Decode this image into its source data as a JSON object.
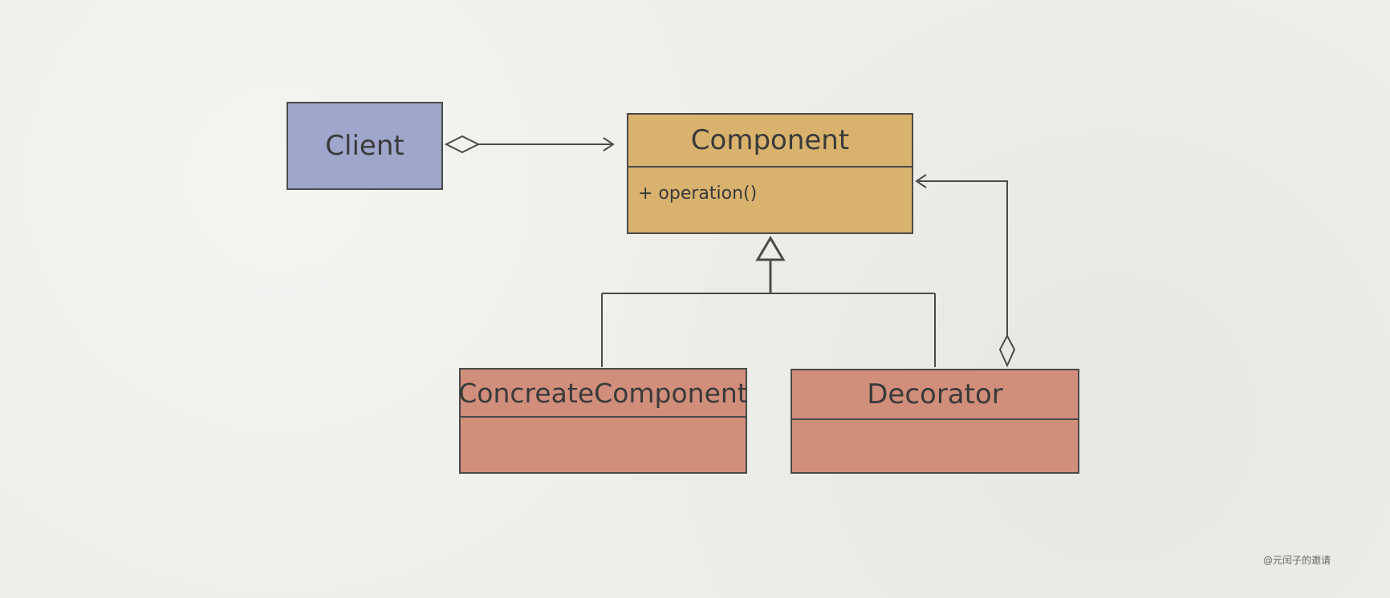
{
  "diagram": {
    "client": {
      "label": "Client"
    },
    "component": {
      "label": "Component",
      "member": "+ operation()"
    },
    "concrete_component": {
      "label": "ConcreateComponent"
    },
    "decorator": {
      "label": "Decorator"
    }
  },
  "watermark": "@元闰子的邀请",
  "colors": {
    "background": "#eeeeea",
    "client": "#9fa6cc",
    "component": "#d9b26e",
    "subclass": "#d08e7b",
    "line": "#4a4a4a"
  }
}
